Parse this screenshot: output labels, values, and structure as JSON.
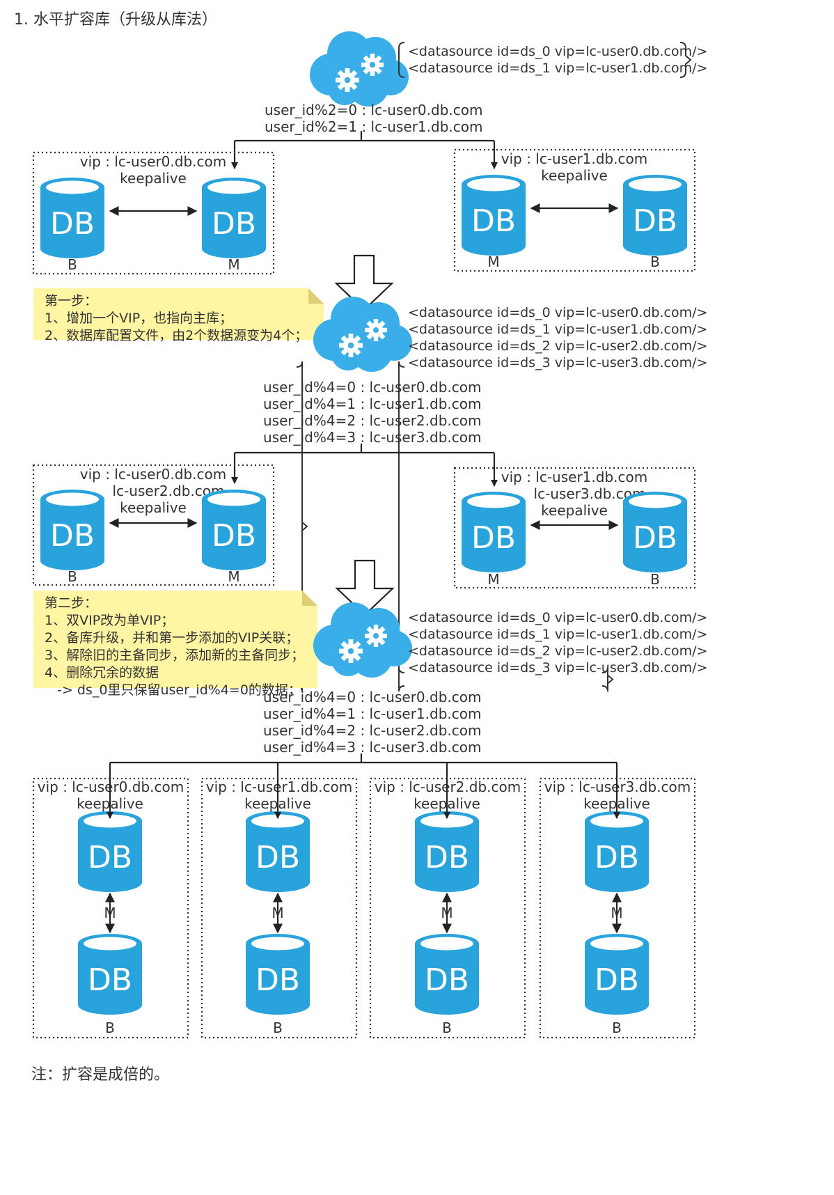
{
  "page": {
    "heading": "1. 水平扩容库（升级从库法）",
    "footer_note": "注：扩容是成倍的。"
  },
  "db_label": "DB",
  "stage1": {
    "datasources": [
      "<datasource id=ds_0 vip=lc-user0.db.com/>",
      "<datasource id=ds_1 vip=lc-user1.db.com/>"
    ],
    "routes": [
      "user_id%2=0 : lc-user0.db.com",
      "user_id%2=1 : lc-user1.db.com"
    ],
    "groups": [
      {
        "vip_lines": [
          "vip : lc-user0.db.com"
        ],
        "keepalive": "keepalive",
        "left_role": "B",
        "right_role": "M"
      },
      {
        "vip_lines": [
          "vip : lc-user1.db.com"
        ],
        "keepalive": "keepalive",
        "left_role": "M",
        "right_role": "B"
      }
    ]
  },
  "step1": {
    "title": "第一步：",
    "lines": [
      "1、增加一个VIP，也指向主库；",
      "2、数据库配置文件，由2个数据源变为4个；"
    ]
  },
  "stage2": {
    "datasources": [
      "<datasource id=ds_0 vip=lc-user0.db.com/>",
      "<datasource id=ds_1 vip=lc-user1.db.com/>",
      "<datasource id=ds_2 vip=lc-user2.db.com/>",
      "<datasource id=ds_3 vip=lc-user3.db.com/>"
    ],
    "routes": [
      "user_id%4=0 : lc-user0.db.com",
      "user_id%4=1 : lc-user1.db.com",
      "user_id%4=2 : lc-user2.db.com",
      "user_id%4=3 : lc-user3.db.com"
    ],
    "groups": [
      {
        "vip_lines": [
          "vip : lc-user0.db.com",
          "lc-user2.db.com"
        ],
        "keepalive": "keepalive",
        "left_role": "B",
        "right_role": "M"
      },
      {
        "vip_lines": [
          "vip : lc-user1.db.com",
          "lc-user3.db.com"
        ],
        "keepalive": "keepalive",
        "left_role": "M",
        "right_role": "B"
      }
    ]
  },
  "step2": {
    "title": "第二步：",
    "lines": [
      "1、双VIP改为单VIP；",
      "2、备库升级，并和第一步添加的VIP关联；",
      "3、解除旧的主备同步，添加新的主备同步；",
      "4、删除冗余的数据",
      "   -> ds_0里只保留user_id%4=0的数据；"
    ]
  },
  "stage3": {
    "datasources": [
      "<datasource id=ds_0 vip=lc-user0.db.com/>",
      "<datasource id=ds_1 vip=lc-user1.db.com/>",
      "<datasource id=ds_2 vip=lc-user2.db.com/>",
      "<datasource id=ds_3 vip=lc-user3.db.com/>"
    ],
    "routes": [
      "user_id%4=0 : lc-user0.db.com",
      "user_id%4=1 : lc-user1.db.com",
      "user_id%4=2 : lc-user2.db.com",
      "user_id%4=3 : lc-user3.db.com"
    ],
    "groups": [
      {
        "vip": "vip : lc-user0.db.com",
        "keepalive": "keepalive",
        "top_role": "M",
        "bottom_role": "B"
      },
      {
        "vip": "vip : lc-user1.db.com",
        "keepalive": "keepalive",
        "top_role": "M",
        "bottom_role": "B"
      },
      {
        "vip": "vip : lc-user2.db.com",
        "keepalive": "keepalive",
        "top_role": "M",
        "bottom_role": "B"
      },
      {
        "vip": "vip : lc-user3.db.com",
        "keepalive": "keepalive",
        "top_role": "M",
        "bottom_role": "B"
      }
    ]
  },
  "colors": {
    "db_blue": "#29a3dc",
    "cloud_blue": "#3aaee8",
    "note_yellow": "#fff5a3",
    "line": "#333333"
  }
}
